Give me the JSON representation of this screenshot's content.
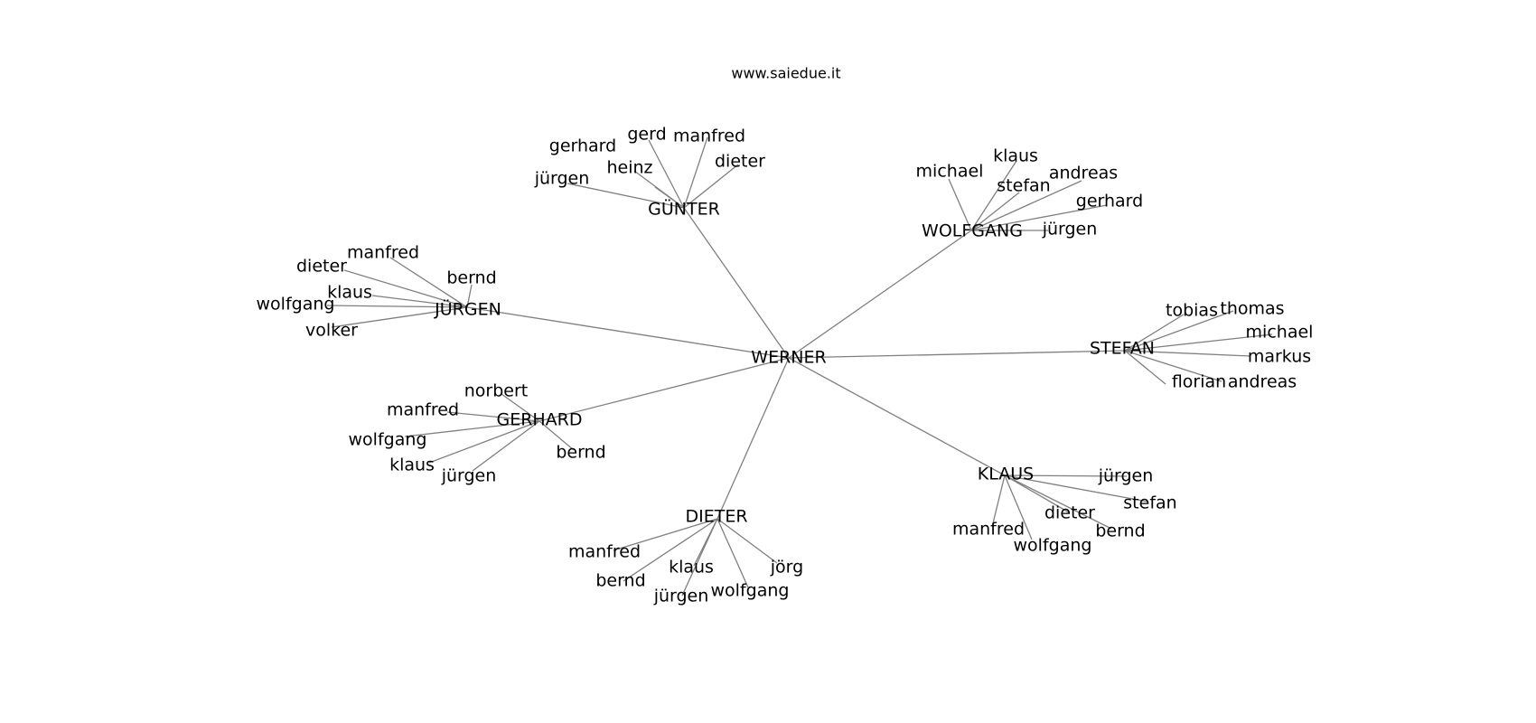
{
  "site_label": "www.saiedue.it",
  "edge_color": "#7f7f7f",
  "text_color": "#000000",
  "root": {
    "label": "WERNER",
    "children": [
      {
        "label": "GÜNTER",
        "children": [
          "gerhard",
          "gerd",
          "manfred",
          "dieter",
          "heinz",
          "jürgen"
        ]
      },
      {
        "label": "WOLFGANG",
        "children": [
          "michael",
          "klaus",
          "stefan",
          "andreas",
          "gerhard",
          "jürgen"
        ]
      },
      {
        "label": "JÜRGEN",
        "children": [
          "manfred",
          "dieter",
          "bernd",
          "klaus",
          "wolfgang",
          "volker"
        ]
      },
      {
        "label": "STEFAN",
        "children": [
          "tobias",
          "thomas",
          "michael",
          "markus",
          "florian",
          "andreas"
        ]
      },
      {
        "label": "GERHARD",
        "children": [
          "norbert",
          "manfred",
          "wolfgang",
          "klaus",
          "jürgen",
          "bernd"
        ]
      },
      {
        "label": "KLAUS",
        "children": [
          "jürgen",
          "stefan",
          "dieter",
          "bernd",
          "manfred",
          "wolfgang"
        ]
      },
      {
        "label": "DIETER",
        "children": [
          "manfred",
          "bernd",
          "klaus",
          "jörg",
          "jürgen",
          "wolfgang"
        ]
      }
    ]
  }
}
